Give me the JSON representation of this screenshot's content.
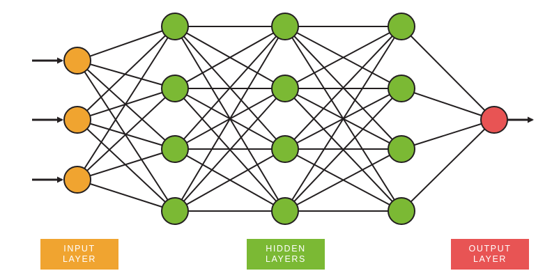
{
  "diagram": {
    "type": "feedforward-neural-network",
    "layers": [
      {
        "role": "input",
        "neurons": 3,
        "color": "#F0A430",
        "incoming_arrows": true
      },
      {
        "role": "hidden",
        "neurons": 4,
        "color": "#7BB934"
      },
      {
        "role": "hidden",
        "neurons": 4,
        "color": "#7BB934"
      },
      {
        "role": "hidden",
        "neurons": 4,
        "color": "#7BB934"
      },
      {
        "role": "output",
        "neurons": 1,
        "color": "#E85454",
        "outgoing_arrow": true
      }
    ],
    "connections": "fully-connected between adjacent layers",
    "edge_color": "#231F20"
  },
  "legend": {
    "input": {
      "line1": "INPUT",
      "line2": "LAYER",
      "color": "#F0A430"
    },
    "hidden": {
      "line1": "HIDDEN",
      "line2": "LAYERS",
      "color": "#7BB934"
    },
    "output": {
      "line1": "OUTPUT",
      "line2": "LAYER",
      "color": "#E85454"
    }
  }
}
